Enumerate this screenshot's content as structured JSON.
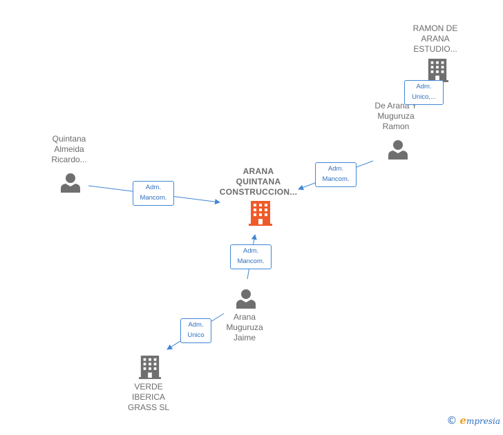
{
  "nodes": {
    "main_company": {
      "label_lines": [
        "ARANA",
        "QUINTANA",
        "CONSTRUCCION..."
      ],
      "type": "company",
      "color": "#f05a28"
    },
    "ramon_estudio": {
      "label_lines": [
        "RAMON DE",
        "ARANA",
        "ESTUDIO..."
      ],
      "type": "company",
      "color": "#6f6f6f"
    },
    "de_arana_ramon": {
      "label_lines": [
        "De Arana Y",
        "Muguruza",
        "Ramon"
      ],
      "type": "person",
      "color": "#6f6f6f"
    },
    "quintana_ricardo": {
      "label_lines": [
        "Quintana",
        "Almeida",
        "Ricardo..."
      ],
      "type": "person",
      "color": "#6f6f6f"
    },
    "arana_jaime": {
      "label_lines": [
        "Arana",
        "Muguruza",
        "Jaime"
      ],
      "type": "person",
      "color": "#6f6f6f"
    },
    "verde_iberica": {
      "label_lines": [
        "VERDE",
        "IBERICA",
        "GRASS SL"
      ],
      "type": "company",
      "color": "#6f6f6f"
    }
  },
  "edges": {
    "ramon_to_estudio": {
      "lines": [
        "Adm.",
        "Unico,..."
      ]
    },
    "ramon_to_main": {
      "lines": [
        "Adm.",
        "Mancom."
      ]
    },
    "quintana_to_main": {
      "lines": [
        "Adm.",
        "Mancom."
      ]
    },
    "jaime_to_main": {
      "lines": [
        "Adm.",
        "Mancom."
      ]
    },
    "jaime_to_verde": {
      "lines": [
        "Adm.",
        "Unico"
      ]
    }
  },
  "footer": {
    "copyright_symbol": "©",
    "brand_initial": "e",
    "brand_rest": "mpresia"
  },
  "colors": {
    "edge": "#3f86d6",
    "main_company": "#f05a28",
    "node_icon": "#6f6f6f"
  }
}
